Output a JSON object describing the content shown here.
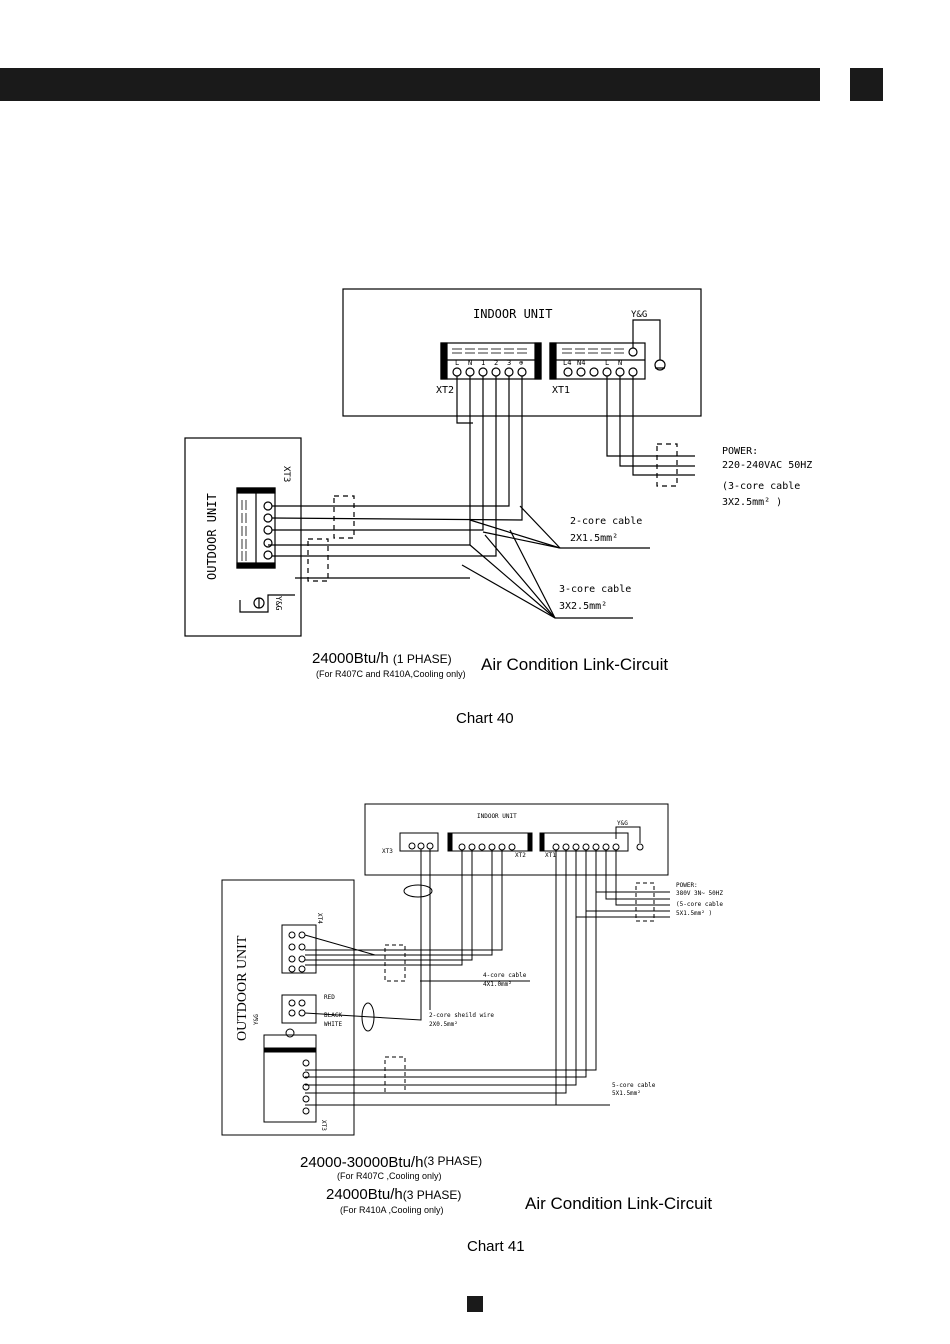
{
  "diagram1": {
    "indoor_title": "INDOOR UNIT",
    "yg_label": "Y&G",
    "xt2_label": "XT2",
    "xt1_label": "XT1",
    "xt2_terms": [
      "L",
      "N",
      "1",
      "2",
      "3",
      "⊕"
    ],
    "xt1_terms": [
      "L4",
      "N4",
      "",
      "L",
      "N",
      ""
    ],
    "outdoor_title": "OUTDOOR UNIT",
    "xt3_label": "XT3",
    "out_yg": "Y&G",
    "power_lines": [
      "POWER:",
      "220-240VAC 50HZ",
      "(3-core cable",
      "3X2.5mm² )"
    ],
    "cable_2core": [
      "2-core cable",
      "2X1.5mm²"
    ],
    "cable_3core": [
      "3-core cable",
      "3X2.5mm²"
    ]
  },
  "caption1": {
    "model": "24000Btu/h",
    "phase": "(1 PHASE)",
    "note": "(For R407C and R410A,Cooling only)",
    "title": "Air Condition Link-Circuit",
    "chart": "Chart 40"
  },
  "diagram2": {
    "indoor_title": "INDOOR UNIT",
    "yg_label": "Y&G",
    "xt3_label": "XT3",
    "xt2_label": "XT2",
    "xt1_label": "XT1",
    "outdoor_title": "OUTDOOR UNIT",
    "xt4_label": "XT4",
    "xt3_out_label": "XT3",
    "out_yg": "Y&G",
    "power_lines": [
      "POWER:",
      "380V 3N~ 50HZ",
      "(5-core cable",
      "5X1.5mm² )"
    ],
    "cable_4core": [
      "4-core cable",
      "4X1.0mm²"
    ],
    "shield": [
      "2-core sheild wire",
      "2X0.5mm²"
    ],
    "wire_colors": [
      "RED",
      "BLACK",
      "WHITE"
    ],
    "cable_5core": [
      "5-core cable",
      "5X1.5mm²"
    ]
  },
  "caption2": {
    "model1": "24000-30000Btu/h",
    "phase1": "(3 PHASE)",
    "note1": "(For R407C ,Cooling only)",
    "model2": "24000Btu/h",
    "phase2": "(3 PHASE)",
    "note2": "(For R410A ,Cooling only)",
    "title": "Air Condition Link-Circuit",
    "chart": "Chart 41"
  }
}
